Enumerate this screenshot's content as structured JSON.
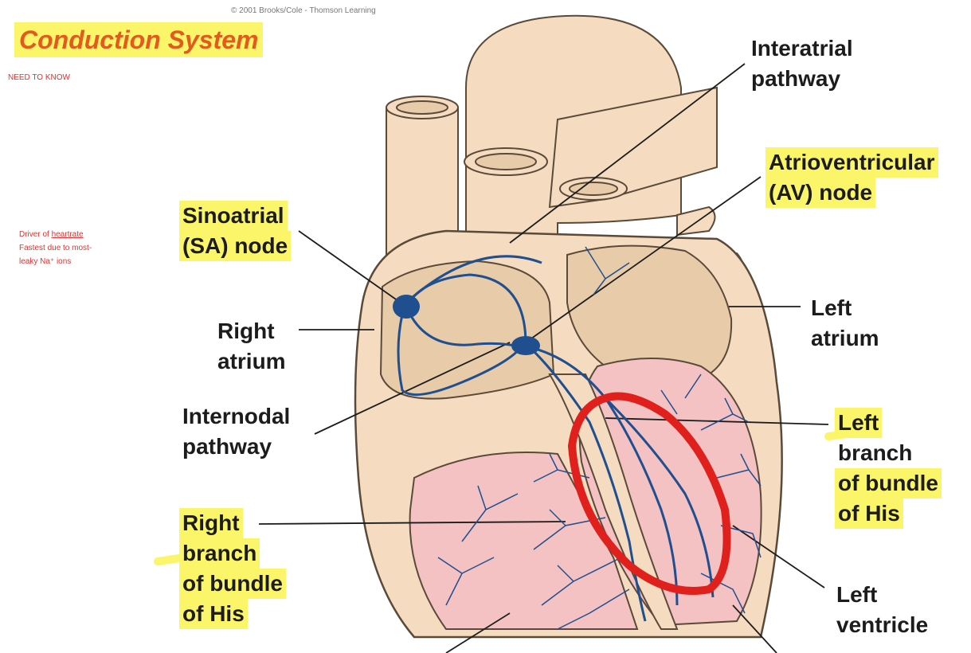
{
  "copyright": "© 2001 Brooks/Cole - Thomson Learning",
  "title": "Conduction System",
  "need_to_know": "NEED TO KNOW",
  "note": {
    "line1_prefix": "Driver of ",
    "line1_link": "heartrate",
    "line2": "Fastest due to most-",
    "line3": "leaky Na⁺ ions"
  },
  "labels": {
    "interatrial": [
      "Interatrial",
      "pathway"
    ],
    "av_node": [
      "Atrioventricular",
      "(AV) node"
    ],
    "sa_node": [
      "Sinoatrial",
      "(SA) node"
    ],
    "left_atrium": [
      "Left",
      "atrium"
    ],
    "right_atrium": [
      "Right",
      "atrium"
    ],
    "internodal": [
      "Internodal",
      "pathway"
    ],
    "left_branch": [
      "Left",
      "branch",
      "of bundle",
      "of His"
    ],
    "right_branch": [
      "Right",
      "branch",
      "of bundle",
      "of His"
    ],
    "left_ventricle": [
      "Left",
      "ventricle"
    ]
  },
  "colors": {
    "tissue": "#f5dcc0",
    "chamber": "#e8cba8",
    "ventricle_pink": "#f4c2c2",
    "conduction": "#1f4f8f",
    "highlight": "#fbf56a",
    "red_circle": "#e0201c",
    "title": "#e35a1e"
  }
}
